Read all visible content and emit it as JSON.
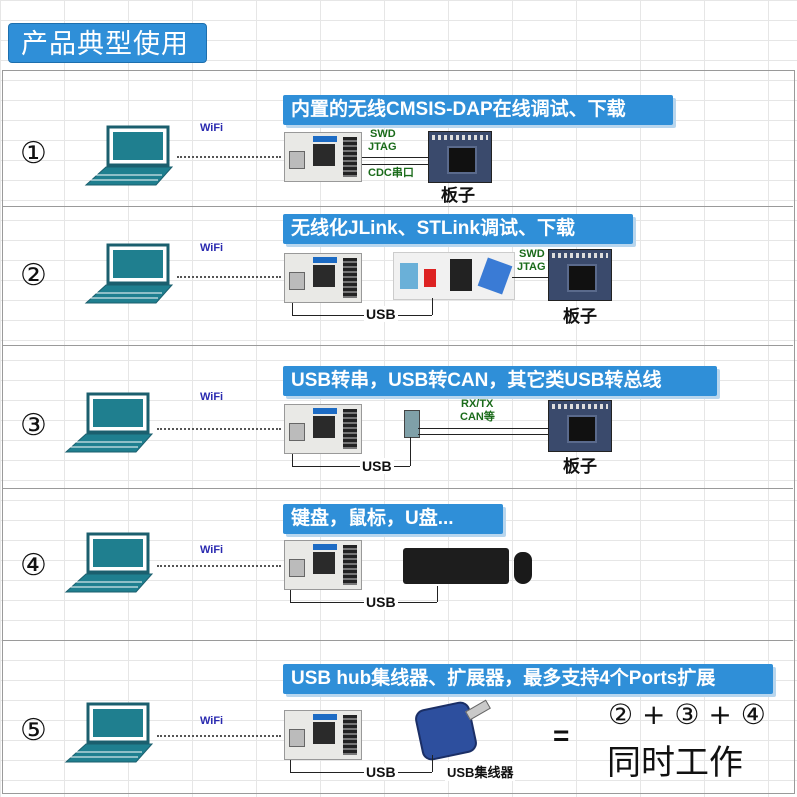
{
  "title": "产品典型使用",
  "wifi_label": "WiFi",
  "board_label": "板子",
  "usb_label": "USB",
  "rows": [
    {
      "num": "①",
      "banner": "内置的无线CMSIS-DAP在线调试、下载",
      "signals": [
        "SWD",
        "JTAG"
      ],
      "serial": "CDC串口"
    },
    {
      "num": "②",
      "banner": "无线化JLink、STLink调试、下载",
      "signals": [
        "SWD",
        "JTAG"
      ]
    },
    {
      "num": "③",
      "banner": "USB转串，USB转CAN，其它类USB转总线",
      "signals": [
        "RX/TX",
        "CAN等"
      ]
    },
    {
      "num": "④",
      "banner": "键盘，鼠标，U盘..."
    },
    {
      "num": "⑤",
      "banner": "USB hub集线器、扩展器，最多支持4个Ports扩展",
      "hub_label": "USB集线器"
    }
  ],
  "equals": "=",
  "combo_line": "② + ③ + ④",
  "combo_text": "同时工作"
}
